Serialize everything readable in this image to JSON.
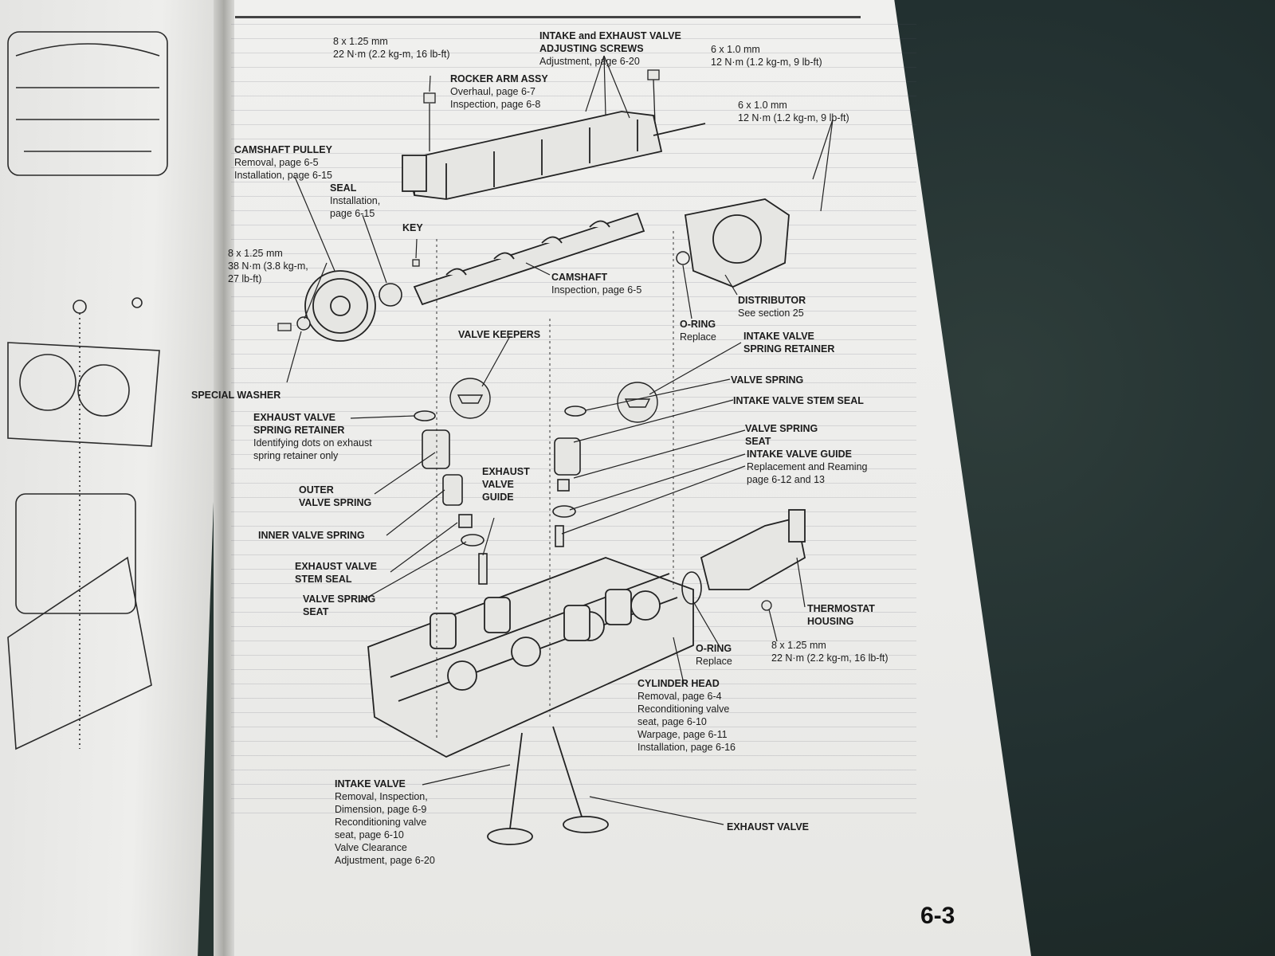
{
  "page": {
    "number": "6-3"
  },
  "labels": {
    "bolt_top": {
      "lines": [
        "8 x 1.25 mm",
        "22 N·m (2.2 kg-m, 16 lb-ft)"
      ]
    },
    "adjusting_screws": {
      "title": [
        "INTAKE and EXHAUST VALVE",
        "ADJUSTING SCREWS"
      ],
      "lines": [
        "Adjustment, page 6-20"
      ]
    },
    "bolt_right_top": {
      "lines": [
        "6 x 1.0 mm",
        "12 N·m (1.2 kg-m, 9 lb-ft)"
      ]
    },
    "bolt_right_mid": {
      "lines": [
        "6 x 1.0 mm",
        "12 N·m (1.2 kg-m, 9 lb-ft)"
      ]
    },
    "rocker_arm": {
      "title": [
        "ROCKER ARM ASSY"
      ],
      "lines": [
        "Overhaul, page 6-7",
        "Inspection, page 6-8"
      ]
    },
    "camshaft_pulley": {
      "title": [
        "CAMSHAFT PULLEY"
      ],
      "lines": [
        "Removal, page 6-5",
        "Installation, page 6-15"
      ]
    },
    "seal": {
      "title": [
        "SEAL"
      ],
      "lines": [
        "Installation,",
        "page 6-15"
      ]
    },
    "key": {
      "title": [
        "KEY"
      ]
    },
    "bolt_pulley": {
      "lines": [
        "8 x 1.25 mm",
        "38 N·m (3.8 kg-m,",
        "27 lb-ft)"
      ]
    },
    "camshaft": {
      "title": [
        "CAMSHAFT"
      ],
      "lines": [
        "Inspection, page 6-5"
      ]
    },
    "distributor": {
      "title": [
        "DISTRIBUTOR"
      ],
      "lines": [
        "See section 25"
      ]
    },
    "o_ring_dist": {
      "title": [
        "O-RING"
      ],
      "lines": [
        "Replace"
      ]
    },
    "valve_keepers": {
      "title": [
        "VALVE KEEPERS"
      ]
    },
    "intake_retainer": {
      "title": [
        "INTAKE VALVE",
        "SPRING RETAINER"
      ]
    },
    "special_washer": {
      "title": [
        "SPECIAL WASHER"
      ]
    },
    "valve_spring": {
      "title": [
        "VALVE SPRING"
      ]
    },
    "intake_stem_seal": {
      "title": [
        "INTAKE VALVE STEM SEAL"
      ]
    },
    "exhaust_retainer": {
      "title": [
        "EXHAUST VALVE",
        "SPRING RETAINER"
      ],
      "lines": [
        "Identifying dots on exhaust",
        "spring retainer only"
      ]
    },
    "valve_spring_seat_r": {
      "title": [
        "VALVE SPRING",
        "SEAT"
      ]
    },
    "intake_guide": {
      "title": [
        "INTAKE VALVE GUIDE"
      ],
      "lines": [
        "Replacement and Reaming",
        "page 6-12 and 13"
      ]
    },
    "exhaust_guide": {
      "title": [
        "EXHAUST",
        "VALVE",
        "GUIDE"
      ]
    },
    "outer_spring": {
      "title": [
        "OUTER",
        "VALVE SPRING"
      ]
    },
    "inner_spring": {
      "title": [
        "INNER VALVE SPRING"
      ]
    },
    "exhaust_stem_seal": {
      "title": [
        "EXHAUST VALVE",
        "STEM SEAL"
      ]
    },
    "valve_spring_seat_l": {
      "title": [
        "VALVE SPRING",
        "SEAT"
      ]
    },
    "thermostat": {
      "title": [
        "THERMOSTAT",
        "HOUSING"
      ]
    },
    "o_ring_thermo": {
      "title": [
        "O-RING"
      ],
      "lines": [
        "Replace"
      ]
    },
    "bolt_thermo": {
      "lines": [
        "8 x 1.25 mm",
        "22 N·m (2.2 kg-m, 16 lb-ft)"
      ]
    },
    "cylinder_head": {
      "title": [
        "CYLINDER HEAD"
      ],
      "lines": [
        "Removal, page 6-4",
        "Reconditioning valve",
        "seat, page 6-10",
        "Warpage, page 6-11",
        "Installation, page 6-16"
      ]
    },
    "intake_valve": {
      "title": [
        "INTAKE VALVE"
      ],
      "lines": [
        "Removal, Inspection,",
        "Dimension, page 6-9",
        "Reconditioning valve",
        "seat, page 6-10",
        "Valve Clearance",
        "Adjustment, page 6-20"
      ]
    },
    "exhaust_valve": {
      "title": [
        "EXHAUST VALVE"
      ]
    }
  }
}
